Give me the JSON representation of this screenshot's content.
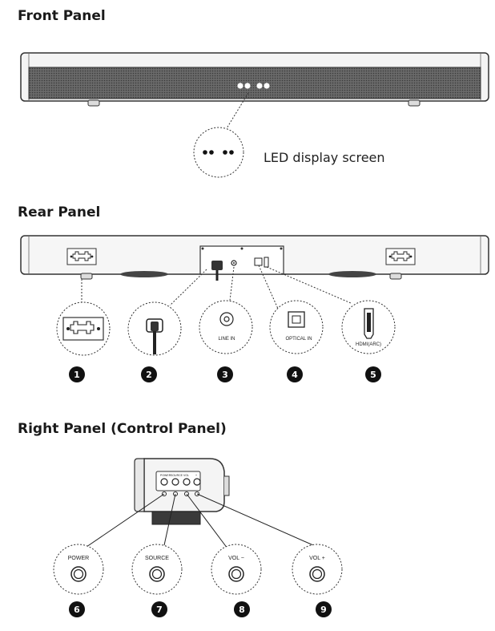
{
  "headings": {
    "front": "Front Panel",
    "rear": "Rear Panel",
    "right": "Right Panel (Control Panel)"
  },
  "front": {
    "led_label": "LED display screen"
  },
  "rear": {
    "ports": [
      {
        "number": "1",
        "label": ""
      },
      {
        "number": "2",
        "label": ""
      },
      {
        "number": "3",
        "label": "LINE IN"
      },
      {
        "number": "4",
        "label": "OPTICAL IN"
      },
      {
        "number": "5",
        "label": "HDMI(ARC)"
      }
    ]
  },
  "control": {
    "panel_labels": [
      "POWER",
      "SOURCE",
      "VOL",
      "+"
    ],
    "buttons": [
      {
        "number": "6",
        "label": "POWER"
      },
      {
        "number": "7",
        "label": "SOURCE"
      },
      {
        "number": "8",
        "label": "VOL −"
      },
      {
        "number": "9",
        "label": "VOL +"
      }
    ]
  }
}
